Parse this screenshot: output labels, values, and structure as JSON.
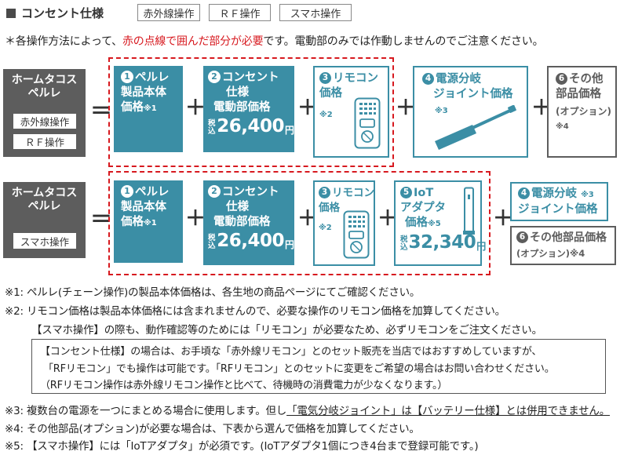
{
  "header": {
    "title": "コンセント仕様",
    "tags": [
      "赤外線操作",
      "ＲＦ操作",
      "スマホ操作"
    ]
  },
  "intro": {
    "prefix": "＊各操作方法によって、",
    "highlight": "赤の点線で囲んだ部分が必要",
    "suffix": "です。電動部のみでは作動しませんのでご注意ください。"
  },
  "row1": {
    "left": {
      "title1": "ホームタコス",
      "title2": "ペルレ",
      "tag1": "赤外線操作",
      "tag2": "ＲＦ操作"
    },
    "eq": "＝",
    "plus": "＋",
    "item1": {
      "num": "1",
      "l1": "ペルレ",
      "l2": "製品本体",
      "l3": "価格",
      "ref": "※1"
    },
    "item2": {
      "num": "2",
      "l1": "コンセント",
      "l2": "仕様",
      "l3": "電動部価格",
      "tax": "税込",
      "price": "26,400",
      "yen": "円"
    },
    "item3": {
      "num": "3",
      "l1": "リモコン",
      "l2": "価格",
      "ref": "※2"
    },
    "item4": {
      "num": "4",
      "l1": "電源分岐",
      "l2": "ジョイント価格",
      "ref": "※3"
    },
    "item6": {
      "num": "6",
      "l1": "その他",
      "l2": "部品価格",
      "l3": "(オプション)",
      "ref": "※4"
    }
  },
  "row2": {
    "left": {
      "title1": "ホームタコス",
      "title2": "ペルレ",
      "tag1": "スマホ操作"
    },
    "eq": "＝",
    "plus": "＋",
    "item1": {
      "num": "1",
      "l1": "ペルレ",
      "l2": "製品本体",
      "l3": "価格",
      "ref": "※1"
    },
    "item2": {
      "num": "2",
      "l1": "コンセント",
      "l2": "仕様",
      "l3": "電動部価格",
      "tax": "税込",
      "price": "26,400",
      "yen": "円"
    },
    "item3": {
      "num": "3",
      "l1": "リモコン",
      "l2": "価格",
      "ref": "※2"
    },
    "item5": {
      "num": "5",
      "l1": "IoT",
      "l2": "アダプタ",
      "l3": "価格",
      "ref": "※5",
      "tax": "税込",
      "price": "32,340",
      "yen": "円"
    },
    "item4": {
      "num": "4",
      "l1": "電源分岐",
      "ref": "※3",
      "l2": "ジョイント価格"
    },
    "item6": {
      "num": "6",
      "l1": "その他部品価格",
      "l2": "(オプション)",
      "ref": "※4"
    }
  },
  "notes": {
    "n1": "※1: ペルレ(チェーン操作)の製品本体価格は、各生地の商品ページにてご確認ください。",
    "n2": "※2: リモコン価格は製品本体価格には含まれませんので、必要な操作のリモコン価格を加算してください。",
    "n2b": "【スマホ操作】の際も、動作確認等のためには「リモコン」が必要なため、必ずリモコンをご注文ください。",
    "box1": "【コンセント仕様】の場合は、お手頃な「赤外線リモコン」とのセット販売を当店ではおすすめしていますが、",
    "box2": "「RFリモコン」でも操作は可能です。「RFリモコン」とのセットに変更をご希望の場合はお問い合わせください。",
    "box3": "（RFリモコン操作は赤外線リモコン操作と比べて、待機時の消費電力が少なくなります。）",
    "n3a": "※3: 複数台の電源を一つにまとめる場合に使用します。但し",
    "n3b": "「電気分岐ジョイント」は【バッテリー仕様】とは併用できません。",
    "n4": "※4: その他部品(オプション)が必要な場合は、下表から選んで価格を加算してください。",
    "n5": "※5: 【スマホ操作】には「IoTアダプタ」が必須です。(IoTアダプタ1個につき4台まで登録可能です。)"
  },
  "colors": {
    "teal": "#3b8ea5",
    "red": "#d7191f",
    "gray": "#5d5d5d"
  }
}
